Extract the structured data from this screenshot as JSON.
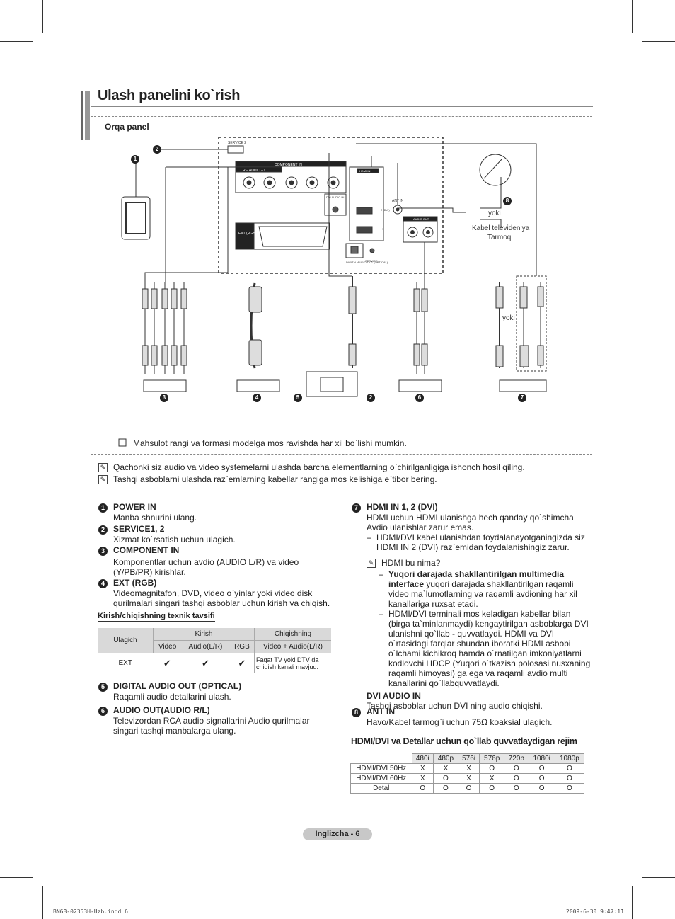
{
  "page": {
    "title": "Ulash panelini ko`rish",
    "panel_label": "Orqa panel",
    "diagram": {
      "markers": [
        "1",
        "2",
        "3",
        "4",
        "5",
        "2",
        "6",
        "7",
        "8"
      ],
      "labels": {
        "service2": "SERVICE 2",
        "component_in": "COMPONENT IN",
        "audio": "R – AUDIO – L",
        "pr": "PR",
        "pb": "PB",
        "y": "Y",
        "dvi_audio_in": "DVI AUDIO IN",
        "hdmi_in": "HDMI IN",
        "hdmi_2_dvi": "2 (DVI)",
        "hdmi_1": "1",
        "ant_in": "ANT IN",
        "audio_out": "AUDIO OUT",
        "audio_out_rl": "R – – L",
        "ext_rgb": "EXT (RGB)",
        "digital_audio_out": "DIGITAL AUDIO OUT (OPTICAL)",
        "service1": "SERVICE 1",
        "yoki1": "yoki",
        "cable_tv": "Kabel televideniya",
        "network": "Tarmoq",
        "yoki2": "yoki"
      }
    },
    "panel_note": "Mahsulot rangi va formasi modelga mos ravishda har xil bo`lishi mumkin.",
    "notes": [
      "Qachonki siz audio va video systemelarni ulashda barcha elementlarning o`chirilganligiga ishonch hosil qiling.",
      "Tashqi asboblarni ulashda raz`emlarning kabellar rangiga mos kelishiga e`tibor bering."
    ],
    "left_items": [
      {
        "num": "1",
        "title": "POWER IN",
        "text": "Manba shnurini ulang."
      },
      {
        "num": "2",
        "title": "SERVICE1, 2",
        "text": "Xizmat ko`rsatish uchun ulagich."
      },
      {
        "num": "3",
        "title": "COMPONENT IN",
        "text": "Komponentlar uchun avdio (AUDIO L/R) va video (Y/PB/PR) kirishlar."
      },
      {
        "num": "4",
        "title": "EXT (RGB)",
        "text": "Videomagnitafon, DVD, video o`yinlar yoki video disk qurilmalari singari tashqi asboblar uchun kirish va chiqish."
      }
    ],
    "io_table": {
      "caption": "Kirish/chiqishning texnik tavsifi",
      "head_connector": "Ulagich",
      "head_in": "Kirish",
      "head_out": "Chiqishning",
      "sub_video": "Video",
      "sub_audio": "Audio(L/R)",
      "sub_rgb": "RGB",
      "sub_out": "Video + Audio(L/R)",
      "row_name": "EXT",
      "row_video": "✔",
      "row_audio": "✔",
      "row_rgb": "✔",
      "row_out": "Faqat TV yoki DTV da chiqish kanali mavjud."
    },
    "left_items2": [
      {
        "num": "5",
        "title": "DIGITAL AUDIO OUT (OPTICAL)",
        "text": "Raqamli audio detallarini ulash."
      },
      {
        "num": "6",
        "title": "AUDIO OUT(AUDIO R/L)",
        "text": "Televizordan RCA audio signallarini Audio qurilmalar singari tashqi manbalarga ulang."
      }
    ],
    "right_item7": {
      "num": "7",
      "title": "HDMI IN 1, 2 (DVI)",
      "text": "HDMI uchun HDMI ulanishga hech qanday qo`shimcha Avdio ulanishlar zarur emas.",
      "dash1": "HDMI/DVI kabel ulanishdan foydalanayotganingizda siz HDMI IN 2 (DVI) raz`emidan foydalanishingiz zarur.",
      "note": "HDMI bu nima?",
      "sub1_bold": "Yuqori darajada shakllantirilgan multimedia interface",
      "sub1_rest": " yuqori darajada shakllantirilgan raqamli video ma`lumotlarning va raqamli avdioning har xil kanallariga ruxsat etadi.",
      "sub2": "HDMI/DVI terminali mos keladigan kabellar bilan (birga ta`minlanmaydi) kengaytirilgan asboblarga DVI ulanishni qo`llab - quvvatlaydi. HDMI va DVI o`rtasidagi farqlar shundan iboratki HDMI asbobi o`lchami kichikroq hamda o`rnatilgan imkoniyatlarni kodlovchi HDCP (Yuqori o`tkazish polosasi nusxaning raqamli himoyasi) ga ega va raqamli avdio multi kanallarini qo`llabquvvatlaydi.",
      "dvi_title": "DVI AUDIO IN",
      "dvi_text": "Tashqi asboblar uchun DVI ning audio chiqishi."
    },
    "right_item8": {
      "num": "8",
      "title": "ANT IN",
      "text": "Havo/Kabel tarmog`i  uchun 75Ω koaksial ulagich."
    },
    "mode_table": {
      "title": "HDMI/DVI va Detallar uchun qo`llab quvvatlaydigan rejim",
      "headers": [
        "",
        "480i",
        "480p",
        "576i",
        "576p",
        "720p",
        "1080i",
        "1080p"
      ],
      "rows": [
        [
          "HDMI/DVI 50Hz",
          "X",
          "X",
          "X",
          "O",
          "O",
          "O",
          "O"
        ],
        [
          "HDMI/DVI 60Hz",
          "X",
          "O",
          "X",
          "X",
          "O",
          "O",
          "O"
        ],
        [
          "Detal",
          "O",
          "O",
          "O",
          "O",
          "O",
          "O",
          "O"
        ]
      ]
    },
    "footer": "Inglizcha - 6",
    "print_left": "BN68-02353H-Uzb.indd   6",
    "print_right": "2009-6-30   9:47:11"
  }
}
